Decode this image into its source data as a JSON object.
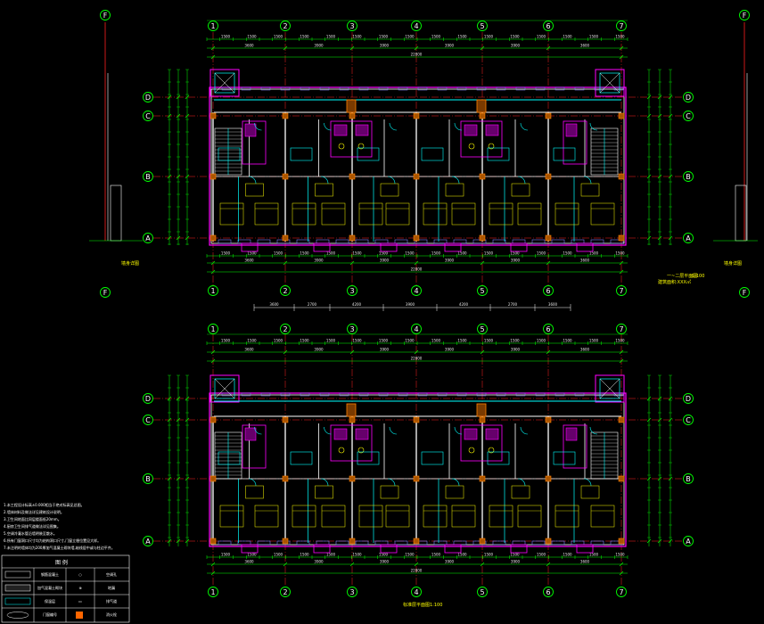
{
  "drawing": {
    "colors": {
      "background": "#000000",
      "axis_line": "#ff2020",
      "dimension": "#00ff00",
      "wall": "#ffffff",
      "partition": "#00ffff",
      "outline": "#ff00ff",
      "window": "#8080ff",
      "furniture": "#ffff00",
      "column": "#ff8000",
      "bubble": "#00ff00"
    },
    "column_axes": [
      "1",
      "2",
      "3",
      "4",
      "5",
      "6",
      "7"
    ],
    "row_axes": [
      "D",
      "C",
      "B",
      "A"
    ],
    "plans": [
      {
        "key": "upper",
        "title": "一~二层平面图",
        "scale": "1:100",
        "subtitle": "建筑面积:XXX㎡"
      },
      {
        "key": "lower",
        "title": "标准层平面图",
        "scale": "1:100",
        "subtitle": ""
      }
    ],
    "span_dims": [
      "3600",
      "3900",
      "3900",
      "3900",
      "3900",
      "3600"
    ],
    "total_dim": "22800",
    "mid_span_dims": [
      "3600",
      "2700",
      "4200",
      "3900",
      "4200",
      "2700",
      "3600"
    ],
    "side_section_label": "墙身详图",
    "notes": [
      "1.本工程设计标高±0.000相当于绝对标高见总图。",
      "2.墙体材料及做法详见建筑设计说明。",
      "3.卫生间地面比同层楼面低20mm。",
      "4.厨房卫生间排气道做法详见图集。",
      "5.空调冷凝水管沿墙明装至散水。",
      "6.所有门窗洞口尺寸均为结构洞口尺寸,门窗立樘位置见大样。",
      "7.未注明的墙体均为200厚加气混凝土砌块墙,轴线居中或与柱边平齐。"
    ],
    "legend": {
      "title": "图 例",
      "rows": [
        [
          "钢筋混凝土",
          "○",
          "空调孔"
        ],
        [
          "加气混凝土砌块",
          "⊕",
          "地漏"
        ],
        [
          "保温层",
          "▭",
          "排气道"
        ],
        [
          "门窗编号",
          "■",
          "消火栓"
        ]
      ]
    }
  }
}
